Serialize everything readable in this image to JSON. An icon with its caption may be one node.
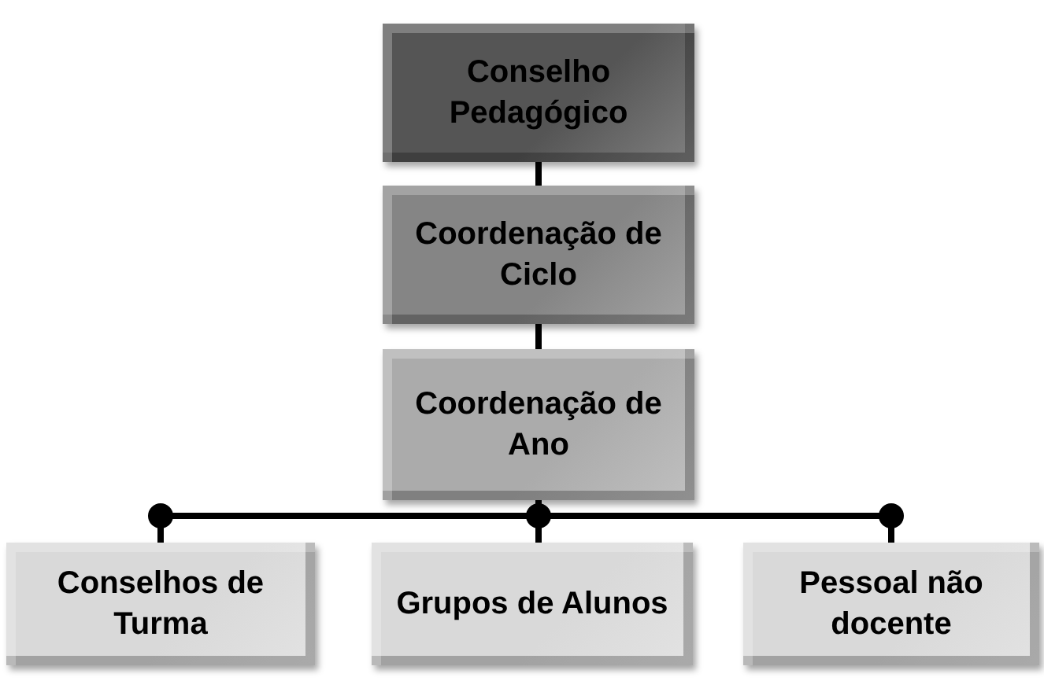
{
  "diagram": {
    "nodes": [
      {
        "text": [
          "Conselho Pedagógico"
        ]
      },
      {
        "text": [
          "Coordenação de Ciclo"
        ]
      },
      {
        "text": [
          "Coordenação de Ano"
        ]
      },
      {
        "text": [
          "Conselhos de Turma"
        ]
      },
      {
        "text": [
          "Grupos de Alunos"
        ]
      },
      {
        "text": [
          "Pessoal não docente"
        ]
      }
    ],
    "edges": [
      {
        "from": 0,
        "to": 1,
        "arrow": "none"
      },
      {
        "from": 1,
        "to": 2,
        "arrow": "none"
      },
      {
        "from": 2,
        "to": 3,
        "arrow": "other"
      },
      {
        "from": 2,
        "to": 4,
        "arrow": "other"
      },
      {
        "from": 2,
        "to": 5,
        "arrow": "other"
      }
    ]
  }
}
